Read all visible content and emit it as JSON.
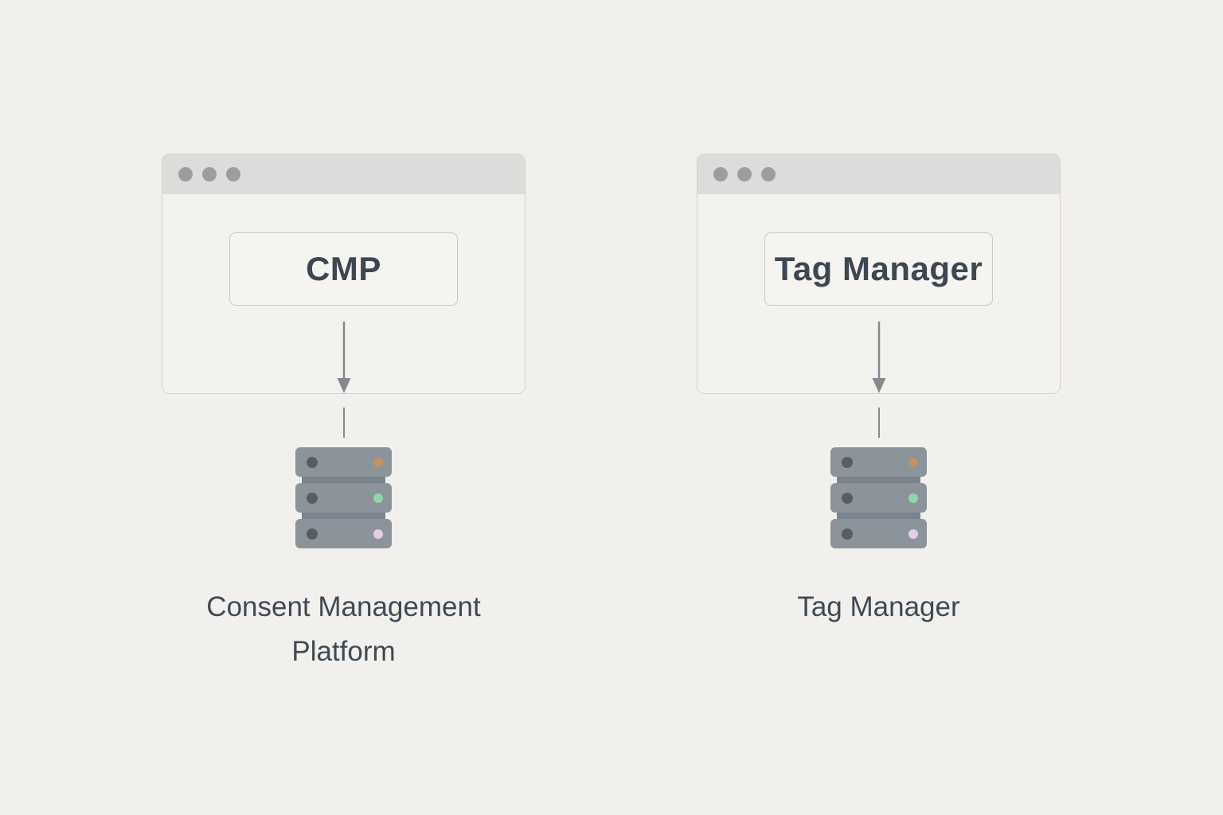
{
  "colors": {
    "page_bg": "#f2f0ec",
    "window_bg": "#f3f2ef",
    "window_border": "#d5d2ce",
    "titlebar_bg": "#dcdcda",
    "titlebar_dot": "#9b9ea1",
    "box_border": "#c9c7c3",
    "box_bg": "#f5f4f1",
    "text_color": "#3d4751",
    "arrow_color": "#83898f",
    "server_body": "#8b939b",
    "server_spine": "#7b848c",
    "server_dark_dot": "#565d64",
    "led_top": "#c2935f",
    "led_middle": "#8fd6a9",
    "led_bottom": "#e5cdea",
    "caption_color": "#3e4a54"
  },
  "columns": [
    {
      "id": "cmp",
      "window_box_label": "CMP",
      "caption": "Consent Management Platform"
    },
    {
      "id": "tag-manager",
      "window_box_label": "Tag Manager",
      "caption": "Tag Manager"
    }
  ]
}
